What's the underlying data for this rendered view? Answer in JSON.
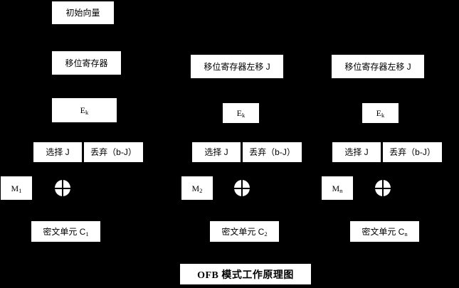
{
  "diagram": {
    "title": "OFB 模式工作原理图",
    "background_color": "#000000",
    "box_color": "#ffffff",
    "text_color": "#000000",
    "iv": {
      "label": "初始向量"
    },
    "columns": [
      {
        "name": "column-1",
        "shift_register": "移位寄存器",
        "encrypt": "E",
        "encrypt_sub": "k",
        "select": "选择 J",
        "discard": "丢弃（b-J）",
        "plaintext": "M",
        "plaintext_sub": "1",
        "ciphertext": "密文单元 C",
        "ciphertext_sub": "1",
        "xor": "xor-operator"
      },
      {
        "name": "column-2",
        "shift_register": "移位寄存器左移 J",
        "encrypt": "E",
        "encrypt_sub": "k",
        "select": "选择 J",
        "discard": "丢弃（b-J）",
        "plaintext": "M",
        "plaintext_sub": "2",
        "ciphertext": "密文单元 C",
        "ciphertext_sub": "2",
        "xor": "xor-operator"
      },
      {
        "name": "column-n",
        "shift_register": "移位寄存器左移 J",
        "encrypt": "E",
        "encrypt_sub": "k",
        "select": "选择 J",
        "discard": "丢弃（b-J）",
        "plaintext": "M",
        "plaintext_sub": "n",
        "ciphertext": "密文单元 C",
        "ciphertext_sub": "n",
        "xor": "xor-operator"
      }
    ]
  }
}
